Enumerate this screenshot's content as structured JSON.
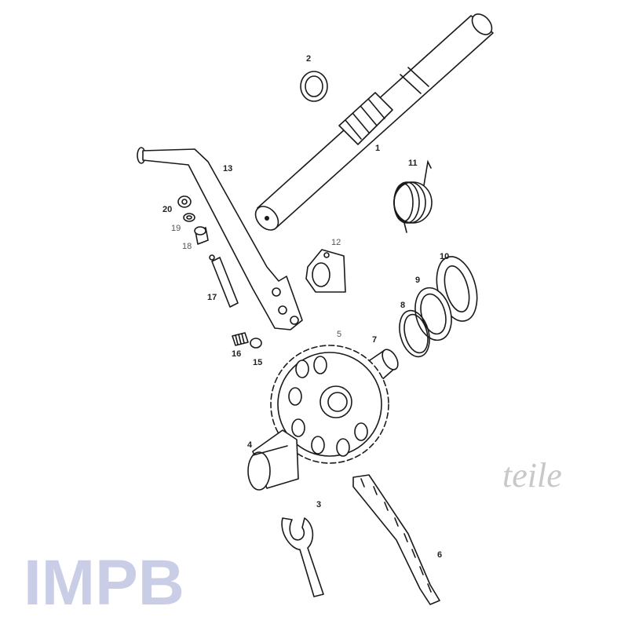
{
  "watermark": {
    "main": "IMPB",
    "sub": "teile"
  },
  "parts": [
    {
      "number": "1",
      "name": "kickstart-shaft"
    },
    {
      "number": "2",
      "name": "ring"
    },
    {
      "number": "3",
      "name": "fork-tool"
    },
    {
      "number": "4",
      "name": "bushing"
    },
    {
      "number": "5",
      "name": "sprocket"
    },
    {
      "number": "6",
      "name": "chain"
    },
    {
      "number": "7",
      "name": "shaft-pin"
    },
    {
      "number": "8",
      "name": "circlip"
    },
    {
      "number": "9",
      "name": "washer"
    },
    {
      "number": "10",
      "name": "washer-large"
    },
    {
      "number": "11",
      "name": "return-spring"
    },
    {
      "number": "12",
      "name": "stop-block"
    },
    {
      "number": "13",
      "name": "kickstart-lever"
    },
    {
      "number": "15",
      "name": "ball"
    },
    {
      "number": "16",
      "name": "spring-small"
    },
    {
      "number": "17",
      "name": "pin"
    },
    {
      "number": "18",
      "name": "bush-small"
    },
    {
      "number": "19",
      "name": "washer-small"
    },
    {
      "number": "20",
      "name": "nut"
    }
  ]
}
